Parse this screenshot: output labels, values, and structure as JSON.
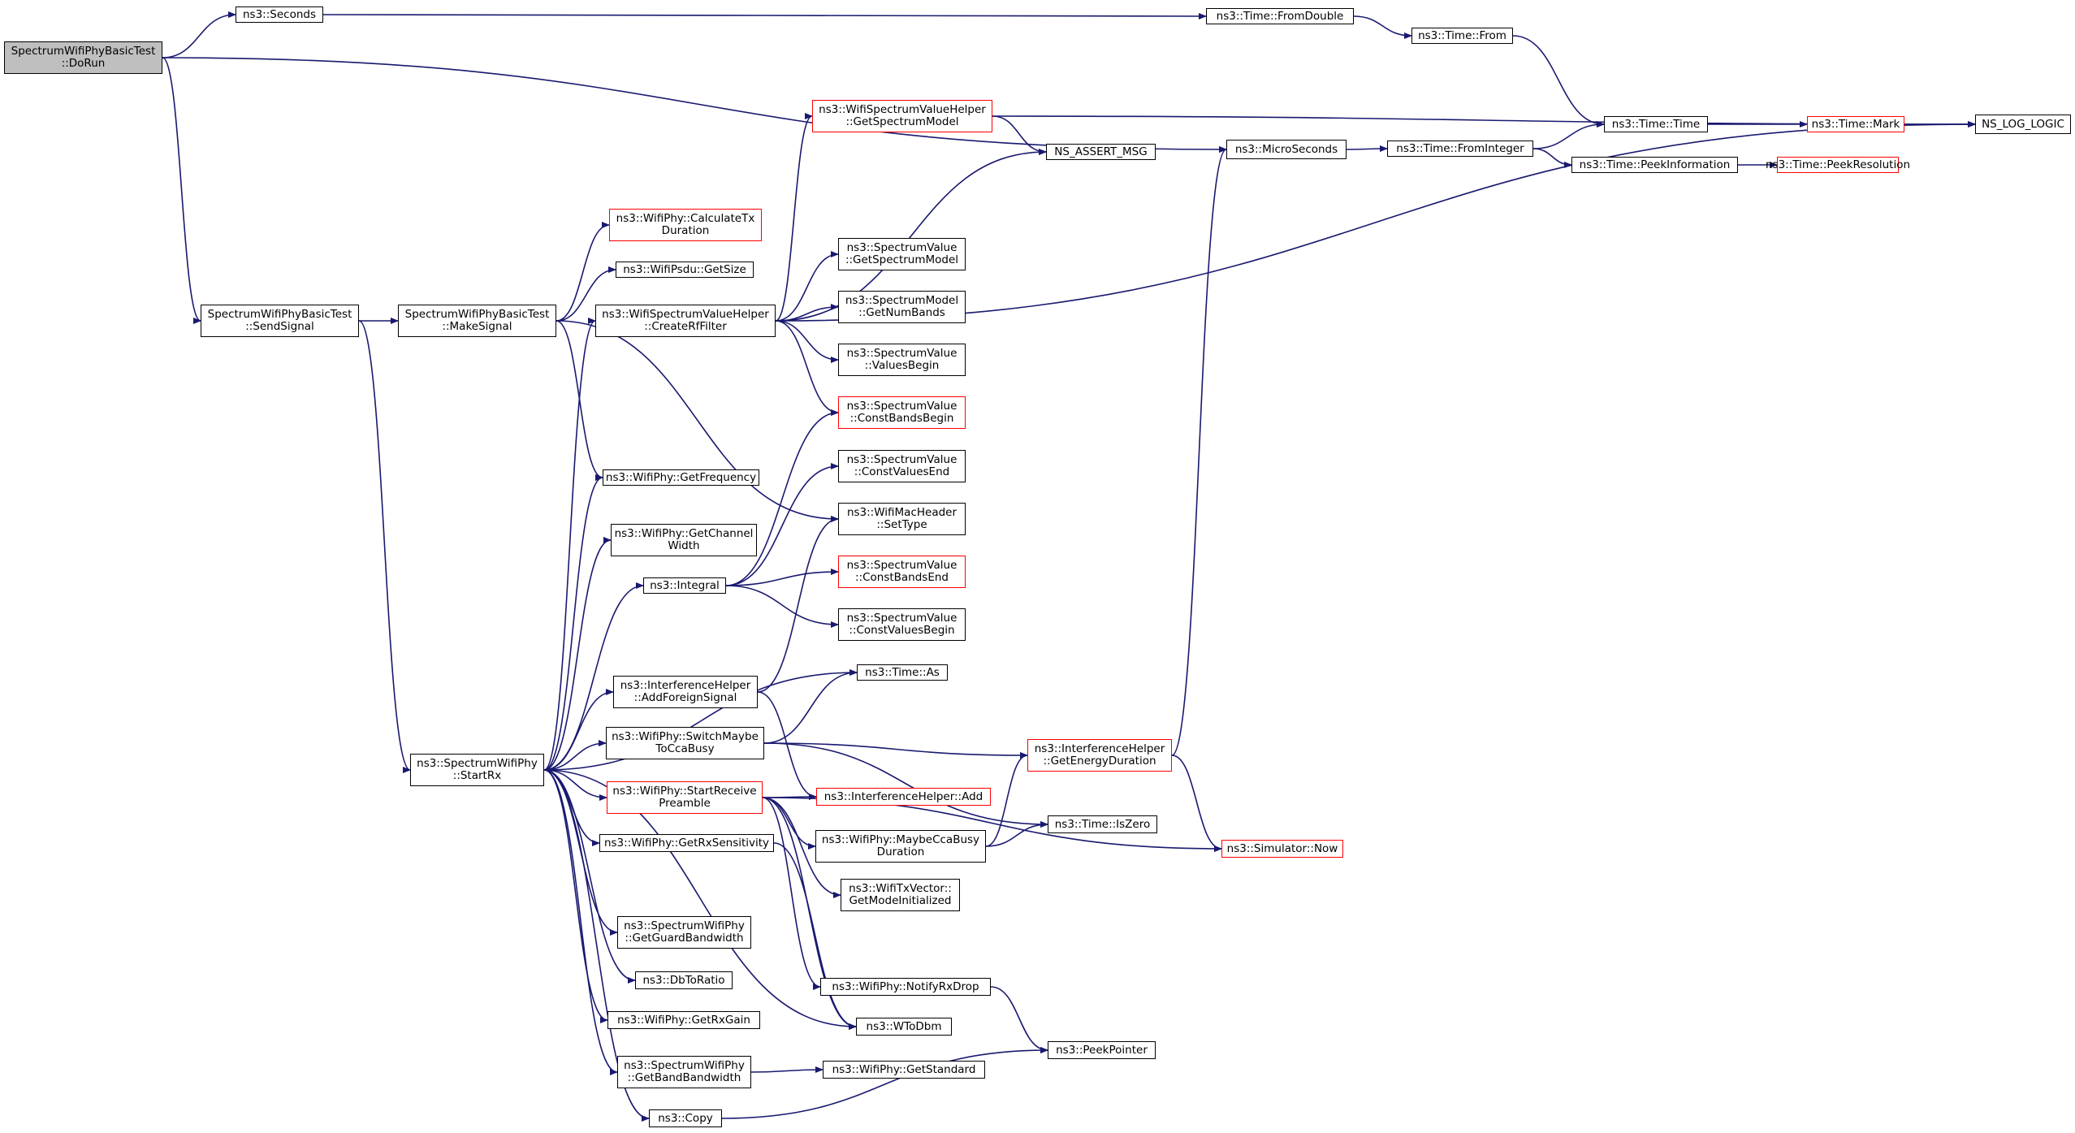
{
  "graph": {
    "colors": {
      "edge": "#191970",
      "node_border": "#000000",
      "truncated_border": "#ff0000",
      "root_fill": "#bfbfbf"
    },
    "nodes": {
      "dorun": {
        "lines": [
          "SpectrumWifiPhyBasicTest",
          "::DoRun"
        ]
      },
      "seconds": {
        "lines": [
          "ns3::Seconds"
        ]
      },
      "from_double": {
        "lines": [
          "ns3::Time::FromDouble"
        ]
      },
      "time_from": {
        "lines": [
          "ns3::Time::From"
        ]
      },
      "time_time": {
        "lines": [
          "ns3::Time::Time"
        ]
      },
      "time_mark": {
        "lines": [
          "ns3::Time::Mark"
        ]
      },
      "ns_log_logic": {
        "lines": [
          "NS_LOG_LOGIC"
        ]
      },
      "microseconds": {
        "lines": [
          "ns3::MicroSeconds"
        ]
      },
      "from_integer": {
        "lines": [
          "ns3::Time::FromInteger"
        ]
      },
      "peek_information": {
        "lines": [
          "ns3::Time::PeekInformation"
        ]
      },
      "peek_resolution": {
        "lines": [
          "ns3::Time::PeekResolution"
        ]
      },
      "get_spectrum_model": {
        "lines": [
          "ns3::WifiSpectrumValueHelper",
          "::GetSpectrumModel"
        ]
      },
      "ns_assert_msg": {
        "lines": [
          "NS_ASSERT_MSG"
        ]
      },
      "calculate_tx": {
        "lines": [
          "ns3::WifiPhy::CalculateTx",
          "Duration"
        ]
      },
      "psdu_get_size": {
        "lines": [
          "ns3::WifiPsdu::GetSize"
        ]
      },
      "send_signal": {
        "lines": [
          "SpectrumWifiPhyBasicTest",
          "::SendSignal"
        ]
      },
      "make_signal": {
        "lines": [
          "SpectrumWifiPhyBasicTest",
          "::MakeSignal"
        ]
      },
      "create_rf_filter": {
        "lines": [
          "ns3::WifiSpectrumValueHelper",
          "::CreateRfFilter"
        ]
      },
      "sv_get_spectrum_model": {
        "lines": [
          "ns3::SpectrumValue",
          "::GetSpectrumModel"
        ]
      },
      "sm_get_num_bands": {
        "lines": [
          "ns3::SpectrumModel",
          "::GetNumBands"
        ]
      },
      "sv_values_begin": {
        "lines": [
          "ns3::SpectrumValue",
          "::ValuesBegin"
        ]
      },
      "sv_const_bands_begin": {
        "lines": [
          "ns3::SpectrumValue",
          "::ConstBandsBegin"
        ]
      },
      "get_frequency": {
        "lines": [
          "ns3::WifiPhy::GetFrequency"
        ]
      },
      "sv_const_values_end": {
        "lines": [
          "ns3::SpectrumValue",
          "::ConstValuesEnd"
        ]
      },
      "mac_set_type": {
        "lines": [
          "ns3::WifiMacHeader",
          "::SetType"
        ]
      },
      "get_channel_width": {
        "lines": [
          "ns3::WifiPhy::GetChannel",
          "Width"
        ]
      },
      "integral": {
        "lines": [
          "ns3::Integral"
        ]
      },
      "sv_const_bands_end": {
        "lines": [
          "ns3::SpectrumValue",
          "::ConstBandsEnd"
        ]
      },
      "sv_const_values_begin": {
        "lines": [
          "ns3::SpectrumValue",
          "::ConstValuesBegin"
        ]
      },
      "add_foreign_signal": {
        "lines": [
          "ns3::InterferenceHelper",
          "::AddForeignSignal"
        ]
      },
      "time_as": {
        "lines": [
          "ns3::Time::As"
        ]
      },
      "switch_maybe": {
        "lines": [
          "ns3::WifiPhy::SwitchMaybe",
          "ToCcaBusy"
        ]
      },
      "get_energy_duration": {
        "lines": [
          "ns3::InterferenceHelper",
          "::GetEnergyDuration"
        ]
      },
      "start_rx": {
        "lines": [
          "ns3::SpectrumWifiPhy",
          "::StartRx"
        ]
      },
      "start_receive_preamble": {
        "lines": [
          "ns3::WifiPhy::StartReceive",
          "Preamble"
        ]
      },
      "ih_add": {
        "lines": [
          "ns3::InterferenceHelper::Add"
        ]
      },
      "time_is_zero": {
        "lines": [
          "ns3::Time::IsZero"
        ]
      },
      "maybe_cca_busy": {
        "lines": [
          "ns3::WifiPhy::MaybeCcaBusy",
          "Duration"
        ]
      },
      "simulator_now": {
        "lines": [
          "ns3::Simulator::Now"
        ]
      },
      "get_rx_sensitivity": {
        "lines": [
          "ns3::WifiPhy::GetRxSensitivity"
        ]
      },
      "mode_initialized": {
        "lines": [
          "ns3::WifiTxVector::",
          "GetModeInitialized"
        ]
      },
      "get_guard_bandwidth": {
        "lines": [
          "ns3::SpectrumWifiPhy",
          "::GetGuardBandwidth"
        ]
      },
      "db_to_ratio": {
        "lines": [
          "ns3::DbToRatio"
        ]
      },
      "notify_rx_drop": {
        "lines": [
          "ns3::WifiPhy::NotifyRxDrop"
        ]
      },
      "get_rx_gain": {
        "lines": [
          "ns3::WifiPhy::GetRxGain"
        ]
      },
      "w_to_dbm": {
        "lines": [
          "ns3::WToDbm"
        ]
      },
      "peek_pointer": {
        "lines": [
          "ns3::PeekPointer"
        ]
      },
      "get_band_bandwidth": {
        "lines": [
          "ns3::SpectrumWifiPhy",
          "::GetBandBandwidth"
        ]
      },
      "get_standard": {
        "lines": [
          "ns3::WifiPhy::GetStandard"
        ]
      },
      "copy": {
        "lines": [
          "ns3::Copy"
        ]
      }
    },
    "truncated": [
      "time_mark",
      "peek_resolution",
      "get_spectrum_model",
      "calculate_tx",
      "sv_const_bands_begin",
      "sv_const_bands_end",
      "get_energy_duration",
      "start_receive_preamble",
      "ih_add",
      "simulator_now"
    ],
    "edges": [
      [
        "dorun",
        "seconds"
      ],
      [
        "dorun",
        "microseconds"
      ],
      [
        "dorun",
        "send_signal"
      ],
      [
        "seconds",
        "from_double"
      ],
      [
        "from_double",
        "time_from"
      ],
      [
        "time_from",
        "time_time"
      ],
      [
        "time_time",
        "time_mark"
      ],
      [
        "time_mark",
        "ns_log_logic"
      ],
      [
        "microseconds",
        "from_integer"
      ],
      [
        "from_integer",
        "time_time"
      ],
      [
        "from_integer",
        "peek_information"
      ],
      [
        "peek_information",
        "peek_resolution"
      ],
      [
        "get_spectrum_model",
        "ns_log_logic"
      ],
      [
        "get_spectrum_model",
        "ns_assert_msg"
      ],
      [
        "send_signal",
        "make_signal"
      ],
      [
        "send_signal",
        "start_rx"
      ],
      [
        "make_signal",
        "calculate_tx"
      ],
      [
        "make_signal",
        "psdu_get_size"
      ],
      [
        "make_signal",
        "get_frequency"
      ],
      [
        "make_signal",
        "mac_set_type"
      ],
      [
        "create_rf_filter",
        "get_spectrum_model"
      ],
      [
        "create_rf_filter",
        "ns_assert_msg"
      ],
      [
        "create_rf_filter",
        "ns_log_logic"
      ],
      [
        "create_rf_filter",
        "sv_get_spectrum_model"
      ],
      [
        "create_rf_filter",
        "sm_get_num_bands"
      ],
      [
        "create_rf_filter",
        "sv_values_begin"
      ],
      [
        "create_rf_filter",
        "sv_const_bands_begin"
      ],
      [
        "integral",
        "sv_const_bands_begin"
      ],
      [
        "integral",
        "sv_const_values_end"
      ],
      [
        "integral",
        "sv_const_bands_end"
      ],
      [
        "integral",
        "sv_const_values_begin"
      ],
      [
        "add_foreign_signal",
        "mac_set_type"
      ],
      [
        "add_foreign_signal",
        "ih_add"
      ],
      [
        "switch_maybe",
        "time_as"
      ],
      [
        "switch_maybe",
        "get_energy_duration"
      ],
      [
        "switch_maybe",
        "time_is_zero"
      ],
      [
        "get_energy_duration",
        "microseconds"
      ],
      [
        "get_energy_duration",
        "simulator_now"
      ],
      [
        "start_receive_preamble",
        "ih_add"
      ],
      [
        "start_receive_preamble",
        "maybe_cca_busy"
      ],
      [
        "start_receive_preamble",
        "mode_initialized"
      ],
      [
        "start_receive_preamble",
        "simulator_now"
      ],
      [
        "start_receive_preamble",
        "notify_rx_drop"
      ],
      [
        "start_receive_preamble",
        "w_to_dbm"
      ],
      [
        "maybe_cca_busy",
        "get_energy_duration"
      ],
      [
        "maybe_cca_busy",
        "time_is_zero"
      ],
      [
        "get_rx_sensitivity",
        "w_to_dbm"
      ],
      [
        "notify_rx_drop",
        "peek_pointer"
      ],
      [
        "get_band_bandwidth",
        "get_standard"
      ],
      [
        "copy",
        "peek_pointer"
      ],
      [
        "start_rx",
        "create_rf_filter"
      ],
      [
        "start_rx",
        "get_frequency"
      ],
      [
        "start_rx",
        "get_channel_width"
      ],
      [
        "start_rx",
        "integral"
      ],
      [
        "start_rx",
        "time_as"
      ],
      [
        "start_rx",
        "add_foreign_signal"
      ],
      [
        "start_rx",
        "switch_maybe"
      ],
      [
        "start_rx",
        "start_receive_preamble"
      ],
      [
        "start_rx",
        "get_rx_sensitivity"
      ],
      [
        "start_rx",
        "w_to_dbm"
      ],
      [
        "start_rx",
        "get_guard_bandwidth"
      ],
      [
        "start_rx",
        "db_to_ratio"
      ],
      [
        "start_rx",
        "get_rx_gain"
      ],
      [
        "start_rx",
        "get_band_bandwidth"
      ],
      [
        "start_rx",
        "copy"
      ]
    ]
  }
}
